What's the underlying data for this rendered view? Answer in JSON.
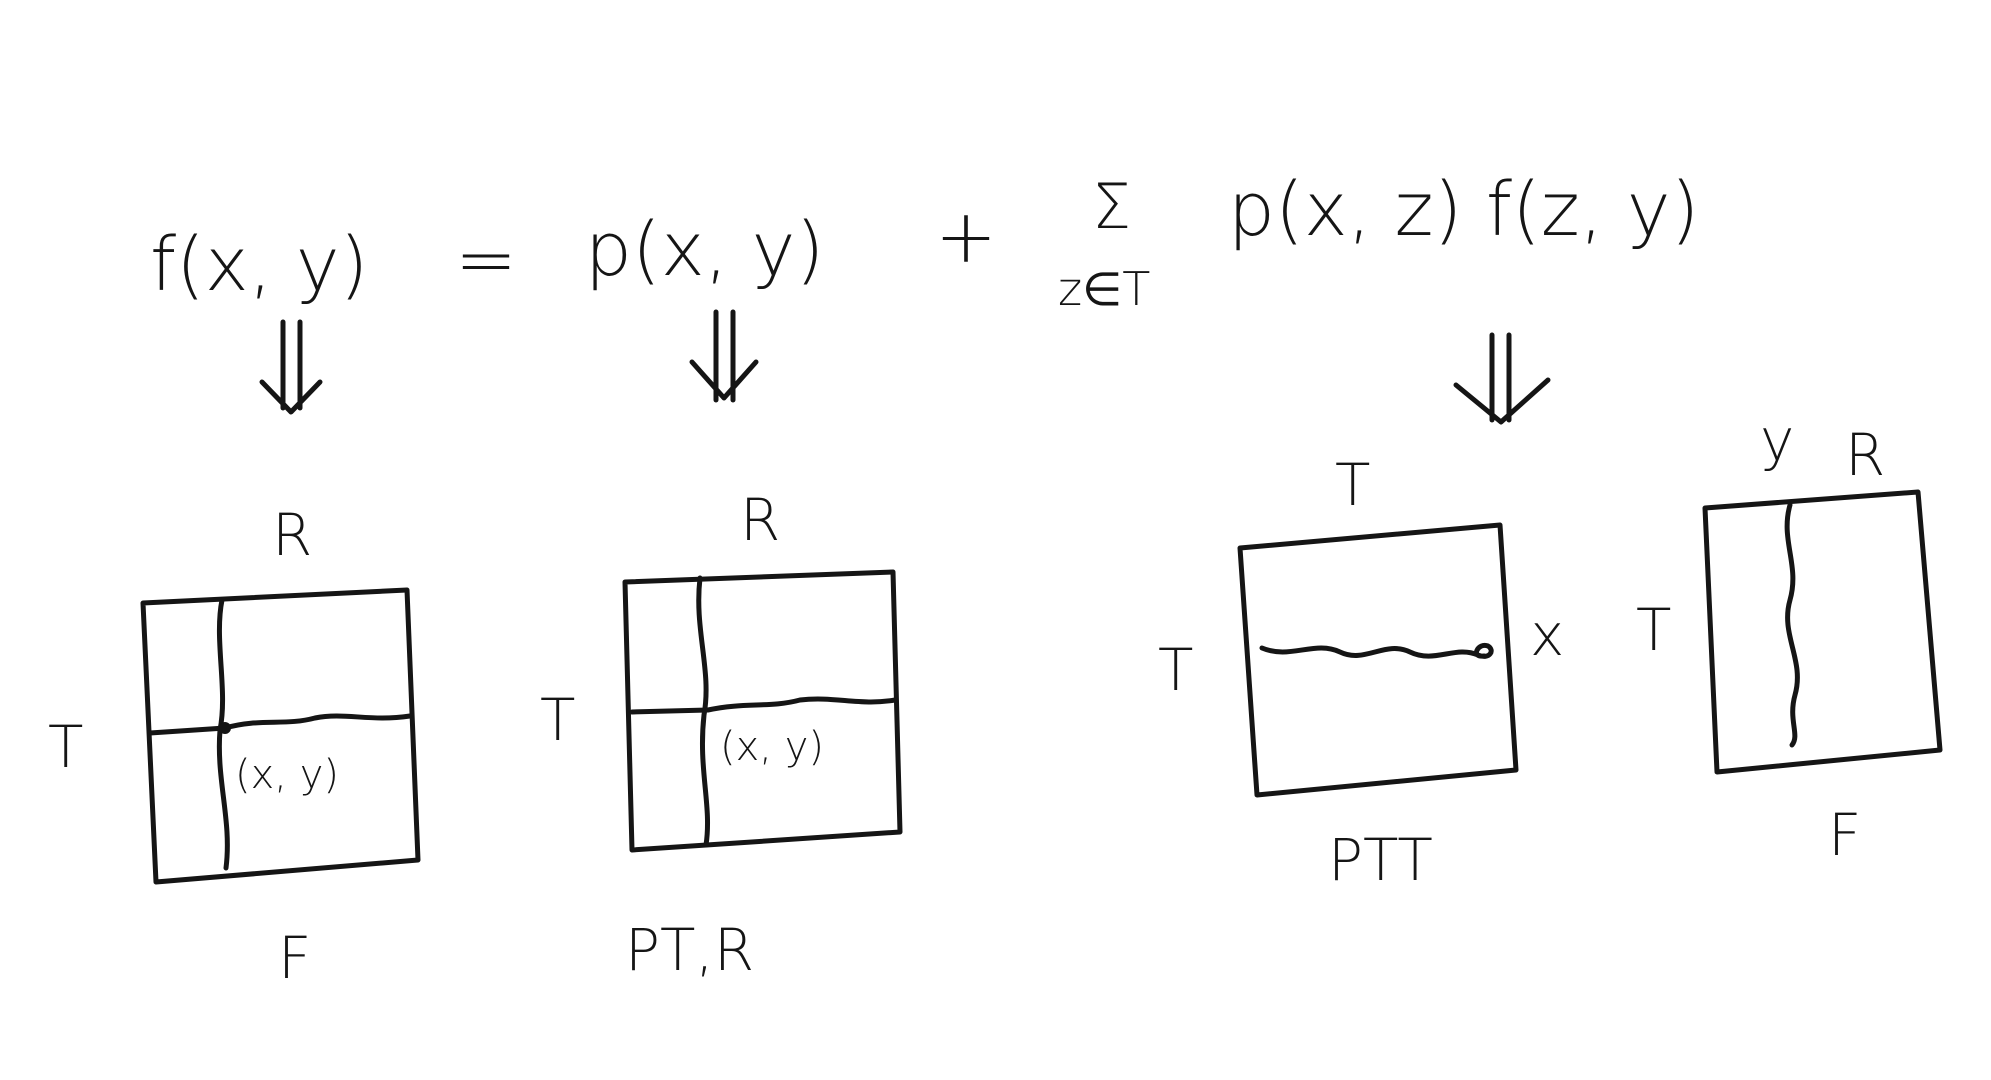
{
  "equation": {
    "lhs": "f(x, y)",
    "equals": "=",
    "term1": "p(x, y)",
    "plus": "+",
    "sum_symbol": "Σ",
    "sum_index": "z∈T",
    "term2": "p(x, z) f(z, y)"
  },
  "arrows": {
    "symbol": "⇓"
  },
  "matrices": {
    "f_matrix": {
      "top": "R",
      "left": "T",
      "bottom": "F",
      "cell": "(x, y)"
    },
    "p_tr_matrix": {
      "top": "R",
      "left": "T",
      "bottom": "PT,R",
      "cell": "(x, y)"
    },
    "p_tt_matrix": {
      "top": "T",
      "left": "T",
      "right": "x",
      "bottom": "PTT"
    },
    "f_right_matrix": {
      "top_col": "y",
      "top": "R",
      "left": "T",
      "bottom": "F"
    }
  }
}
